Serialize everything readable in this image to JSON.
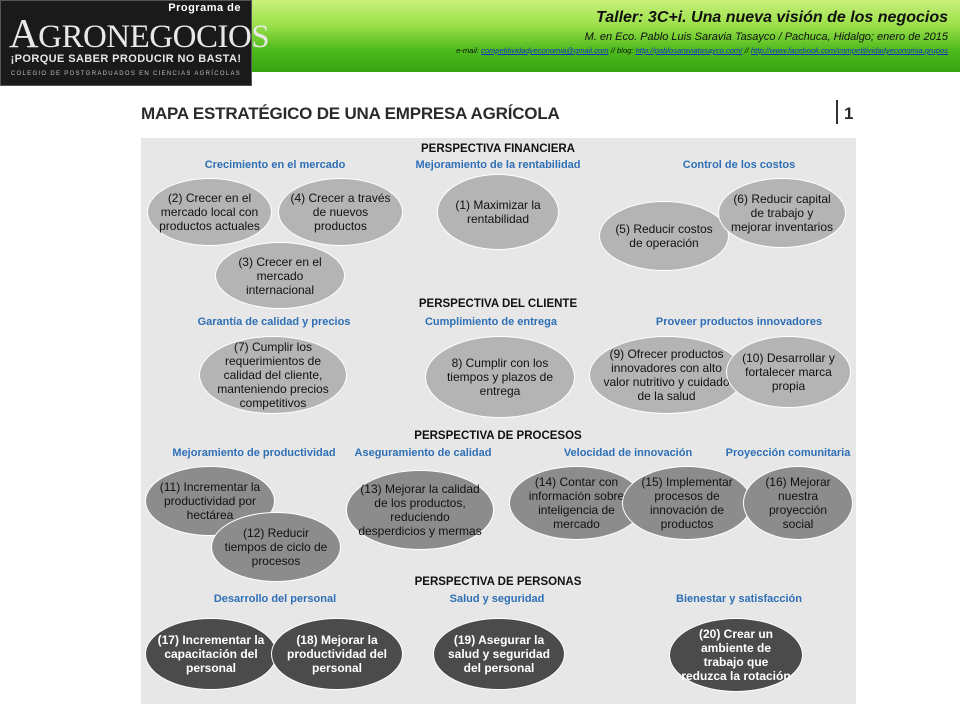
{
  "logo": {
    "program_label": "Programa de",
    "wordmark_a": "A",
    "wordmark_gro": "GRO",
    "wordmark_rest": "NEGOCIOS",
    "slogan": "¡PORQUE SABER PRODUCIR NO BASTA!",
    "college": "COLEGIO DE POSTGRADUADOS EN CIENCIAS AGRÍCOLAS"
  },
  "header": {
    "title": "Taller: 3C+i. Una nueva visión de los negocios",
    "subtitle": "M. en Eco. Pablo Luis Saravia Tasayco / Pachuca, Hidalgo; enero de 2015",
    "email_prefix": "e-mail: ",
    "email": "competitividadyeconomia@gmail.com",
    "blog_prefix": " // blog: ",
    "blog": "http://pablosaraviatasayco.com/",
    "sep": " // ",
    "facebook": "http://www.facebook.com/competitividadyeconomia.grupos"
  },
  "slide": {
    "title": "MAPA ESTRATÉGICO DE UNA EMPRESA AGRÍCOLA",
    "page_number": "1"
  },
  "map": {
    "perspectives": {
      "financiera": "PERSPECTIVA FINANCIERA",
      "cliente": "PERSPECTIVA DEL CLIENTE",
      "procesos": "PERSPECTIVA DE PROCESOS",
      "personas": "PERSPECTIVA DE PERSONAS"
    },
    "objectives": {
      "crecimiento": "Crecimiento en el mercado",
      "rentabilidad": "Mejoramiento de la rentabilidad",
      "costos": "Control de los costos",
      "calidad_precios": "Garantía de calidad y precios",
      "entrega": "Cumplimiento de entrega",
      "innovadores": "Proveer productos innovadores",
      "productividad": "Mejoramiento de productividad",
      "aseguramiento": "Aseguramiento de calidad",
      "velocidad": "Velocidad de innovación",
      "comunitaria": "Proyección comunitaria",
      "desarrollo": "Desarrollo del personal",
      "salud": "Salud y seguridad",
      "bienestar": "Bienestar y satisfacción"
    },
    "items": {
      "i1": "(1) Maximizar la rentabilidad",
      "i2": "(2) Crecer en el mercado local con productos actuales",
      "i3": "(3) Crecer en el mercado internacional",
      "i4": "(4) Crecer a través de nuevos productos",
      "i5": "(5) Reducir costos de operación",
      "i6": "(6) Reducir capital de trabajo y mejorar inventarios",
      "i7": "(7) Cumplir los requerimientos de calidad del cliente, manteniendo precios competitivos",
      "i8": "8) Cumplir con los tiempos y plazos de entrega",
      "i9": "(9) Ofrecer productos innovadores con alto valor nutritivo y cuidado de la salud",
      "i10": "(10) Desarrollar y fortalecer marca propia",
      "i11": "(11) Incrementar la productividad por hectárea",
      "i12": "(12) Reducir tiempos de ciclo de procesos",
      "i13": "(13) Mejorar la calidad de los productos, reduciendo desperdicios y mermas",
      "i14": "(14) Contar con información sobre inteligencia de mercado",
      "i15": "(15) Implementar procesos de innovación de productos",
      "i16": "(16) Mejorar nuestra proyección social",
      "i17": "(17) Incrementar la capacitación del personal",
      "i18": "(18) Mejorar la productividad del personal",
      "i19": "(19) Asegurar la salud y seguridad del personal",
      "i20": "(20) Crear un ambiente de trabajo que reduzca la rotación"
    }
  }
}
